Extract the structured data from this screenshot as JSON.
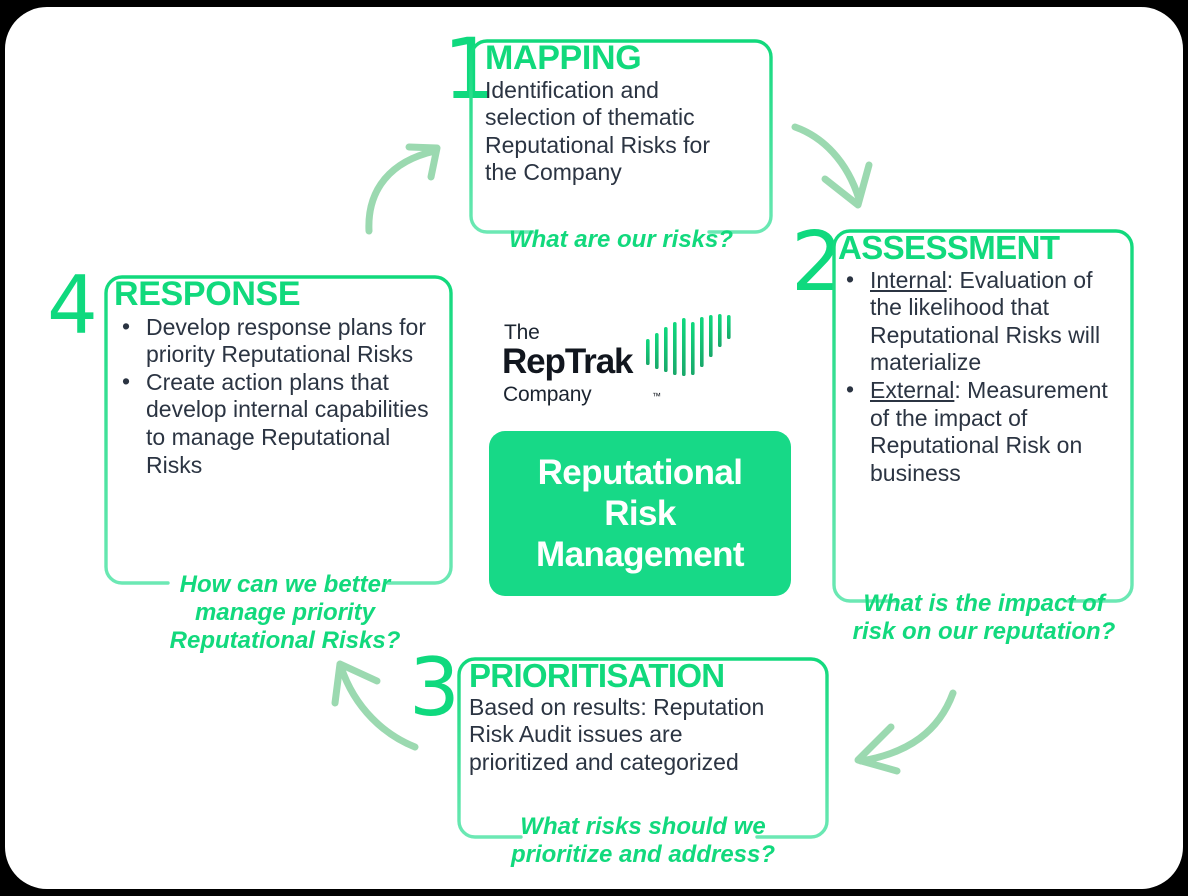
{
  "diagram": {
    "center": {
      "logo": {
        "line1": "The",
        "line2": "RepTrak",
        "line3": "Company",
        "trademark": "™",
        "mark_name": "reptrak-heart-bars"
      },
      "title": "Reputational Risk Management",
      "title_lines": [
        "Reputational",
        "Risk",
        "Management"
      ]
    },
    "steps": [
      {
        "number": "1",
        "title": "MAPPING",
        "body_lines": [
          "Identification  and",
          "selection of thematic",
          "Reputational Risks for",
          "the Company"
        ],
        "question": "What are our risks?",
        "bullets": []
      },
      {
        "number": "2",
        "title": "ASSESSMENT",
        "body_lines": [],
        "bullets": [
          {
            "lead": "Internal",
            "lead_underlined": true,
            "text": ": Evaluation of the likelihood that Reputational Risks will materialize"
          },
          {
            "lead": "External",
            "lead_underlined": true,
            "text": ": Measurement of the impact of Reputational Risk on business"
          }
        ],
        "question": "What is the impact of risk on our reputation?"
      },
      {
        "number": "3",
        "title": "PRIORITISATION",
        "body_lines": [
          "Based on results: Reputation",
          "Risk Audit issues are",
          "prioritized and categorized"
        ],
        "question": "What risks should we prioritize and address?",
        "bullets": []
      },
      {
        "number": "4",
        "title": "RESPONSE",
        "body_lines": [],
        "bullets": [
          {
            "lead": "",
            "lead_underlined": false,
            "text": "Develop response plans for priority Reputational Risks"
          },
          {
            "lead": "",
            "lead_underlined": false,
            "text": "Create action plans that develop internal capabilities to manage Reputational Risks"
          }
        ],
        "question": "How can we better manage priority Reputational Risks?"
      }
    ],
    "arrows": [
      {
        "name": "arrow-response-to-mapping",
        "direction": "up-right"
      },
      {
        "name": "arrow-mapping-to-assessment",
        "direction": "down-right"
      },
      {
        "name": "arrow-assessment-to-prioritisation",
        "direction": "down-left"
      },
      {
        "name": "arrow-prioritisation-to-response",
        "direction": "up-left"
      }
    ],
    "colors": {
      "brand_green": "#11D97C",
      "center_green": "#17D987",
      "arrow_green": "#9BD9B0",
      "text_dark": "#2B3442",
      "card_background": "#FFFFFF",
      "page_background": "#000000"
    }
  }
}
